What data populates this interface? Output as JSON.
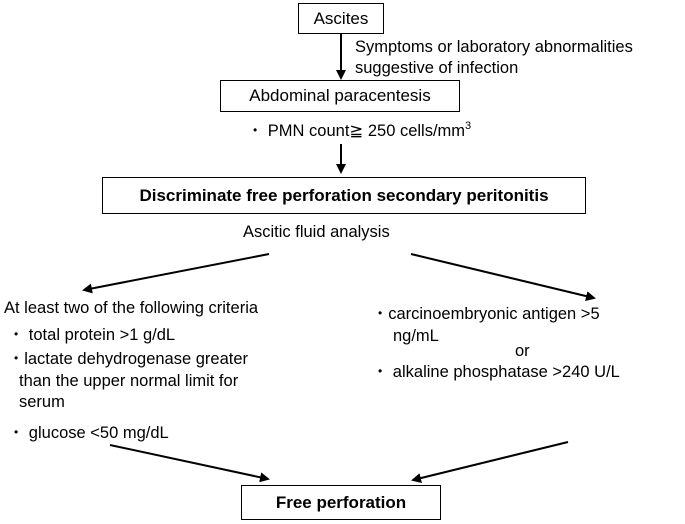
{
  "nodes": {
    "ascites": "Ascites",
    "infection_note_line1": "Symptoms or laboratory abnormalities",
    "infection_note_line2": "suggestive of infection",
    "paracentesis": "Abdominal paracentesis",
    "pmn_prefix": "PMN count",
    "pmn_symbol": "≧",
    "pmn_value": "250 cells/mm",
    "pmn_sup": "3",
    "discriminate": "Discriminate free perforation secondary peritonitis",
    "ascitic_analysis": "Ascitic fluid analysis",
    "free_perforation": "Free perforation"
  },
  "left_criteria": {
    "heading": "At least two of the following criteria",
    "item1": "total protein >1 g/dL",
    "item2_line1": "lactate dehydrogenase greater",
    "item2_line2": "than the upper normal limit for",
    "item2_line3": "serum",
    "item3": "glucose <50 mg/dL"
  },
  "right_criteria": {
    "item1_line1": "carcinoembryonic antigen >5",
    "item1_line2": "ng/mL",
    "connector": "or",
    "item2": "alkaline phosphatase >240 U/L"
  }
}
